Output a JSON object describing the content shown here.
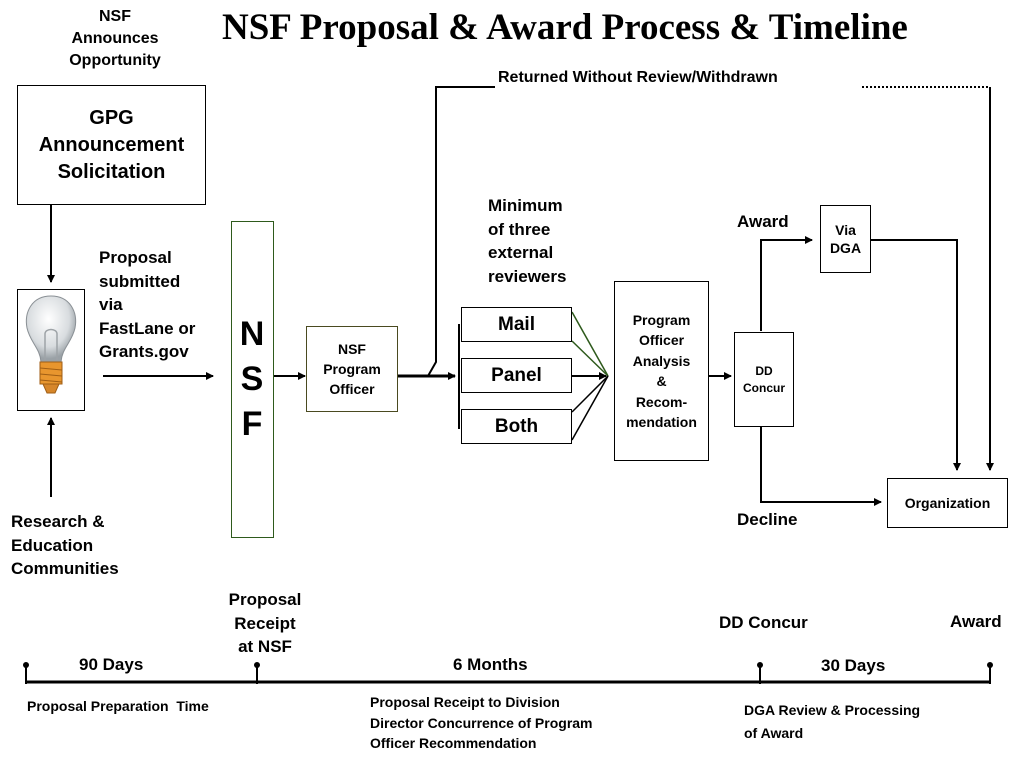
{
  "title": "NSF Proposal & Award Process & Timeline",
  "nsf_announces": "NSF\nAnnounces\nOpportunity",
  "gpg_box": "GPG\nAnnouncement\nSolicitation",
  "proposal_submitted": "Proposal\nsubmitted\nvia\nFastLane or\nGrants.gov",
  "research_communities": "Research &\nEducation\nCommunities",
  "nsf_letters": [
    "N",
    "S",
    "F"
  ],
  "nsf_program_officer": "NSF\nProgram\nOfficer",
  "returned_label": "Returned Without Review/Withdrawn",
  "min_reviewers": "Minimum\nof three\nexternal\nreviewers",
  "review_types": [
    "Mail",
    "Panel",
    "Both"
  ],
  "po_analysis": "Program\nOfficer\nAnalysis\n&\nRecom-\nmendation",
  "dd_concur_box": "DD\nConcur",
  "award_label": "Award",
  "via_dga": "Via\nDGA",
  "organization": "Organization",
  "decline_label": "Decline",
  "timeline": {
    "milestones": {
      "proposal_receipt": "Proposal\nReceipt\nat NSF",
      "dd_concur": "DD Concur",
      "award": "Award"
    },
    "durations": [
      "90 Days",
      "6 Months",
      "30 Days"
    ],
    "descriptions": [
      "Proposal Preparation  Time",
      "Proposal Receipt to Division\nDirector Concurrence of Program\nOfficer  Recommendation",
      "DGA Review & Processing\nof Award"
    ]
  },
  "colors": {
    "nsf_box_border": "#2e5a1c",
    "po_box_border": "#4a4a20",
    "fan_lines": "#2e5a1c"
  },
  "icons": {
    "bulb": "lightbulb-icon"
  }
}
